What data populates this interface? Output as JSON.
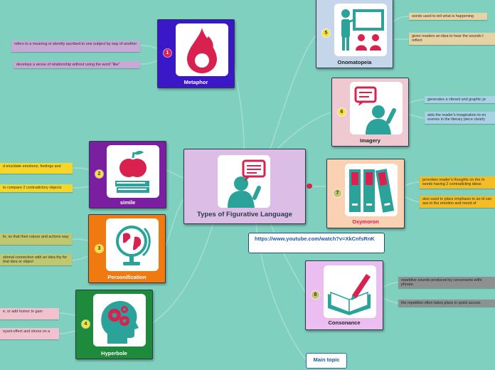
{
  "center": {
    "title": "Types of Figurative Language"
  },
  "link": {
    "url": "https://www.youtube.com/watch?v=XkCnfsRnK"
  },
  "main_topic": {
    "label": "Main topic"
  },
  "topics": [
    {
      "num": "1",
      "title": "Metaphor",
      "color": "#3a18c8",
      "icon": "fire-drop-icon"
    },
    {
      "num": "2",
      "title": "simile",
      "color": "#7a1fa0",
      "icon": "apple-books-icon"
    },
    {
      "num": "3",
      "title": "Personification",
      "color": "#f07a10",
      "icon": "globe-icon"
    },
    {
      "num": "4",
      "title": "Hyperbole",
      "color": "#1e8a3c",
      "icon": "head-gears-icon"
    },
    {
      "num": "5",
      "title": "Onomatopeia",
      "color": "#c5d6ea",
      "icon": "teacher-board-icon"
    },
    {
      "num": "6",
      "title": "Imagery",
      "color": "#efc9d2",
      "icon": "student-chat-icon"
    },
    {
      "num": "7",
      "title": "Oxymoron",
      "color": "#fbd1b4",
      "icon": "binders-icon"
    },
    {
      "num": "8",
      "title": "Consonance",
      "color": "#ecbdf0",
      "icon": "book-pen-icon"
    }
  ],
  "notes": {
    "metaphor": [
      "refers to a meaning or identity ascribed to one subject by way of another",
      "develops a sense of relationship without using the word \"like\""
    ],
    "simile": [
      "d elucidate emotions, feelings and",
      "to compare 2 contradictory objects"
    ],
    "personification": [
      "fe, so that their nature and actions way",
      "otional connection with an idea thy for that idea or object"
    ],
    "hyperbole": [
      "e, or add humor to gain",
      "oyant effect and stress on a"
    ],
    "onomatopeia": [
      "words used to tell what is happening",
      "gives readers an idea to hear the sounds t reflect"
    ],
    "imagery": [
      "generates a vibrant and graphic pr",
      "aids the reader's imagination to en scenes in the literary piece clearly"
    ],
    "oxymoron": [
      "provokes reader's thoughts on the m words having 2 contradicting ideas",
      "also used to place emphasis to an id can ass to the emotion and mood of"
    ],
    "consonance": [
      "repetitive sounds produced by consonants withi phrase.",
      "the repetition often takes place in quick succes"
    ]
  },
  "colors": {
    "background": "#80d0c0",
    "center_fill": "#dcbde6",
    "badge_fill": "#f5e33a",
    "note_yellow": "#f7d62a",
    "note_olive": "#c0c76e",
    "note_pink": "#f3c0cf",
    "note_lilac": "#c8a9d6",
    "note_tan": "#e6d2a3",
    "note_blue": "#a8d3e6",
    "note_orange": "#f5bd25",
    "note_gray": "#8f9090"
  }
}
